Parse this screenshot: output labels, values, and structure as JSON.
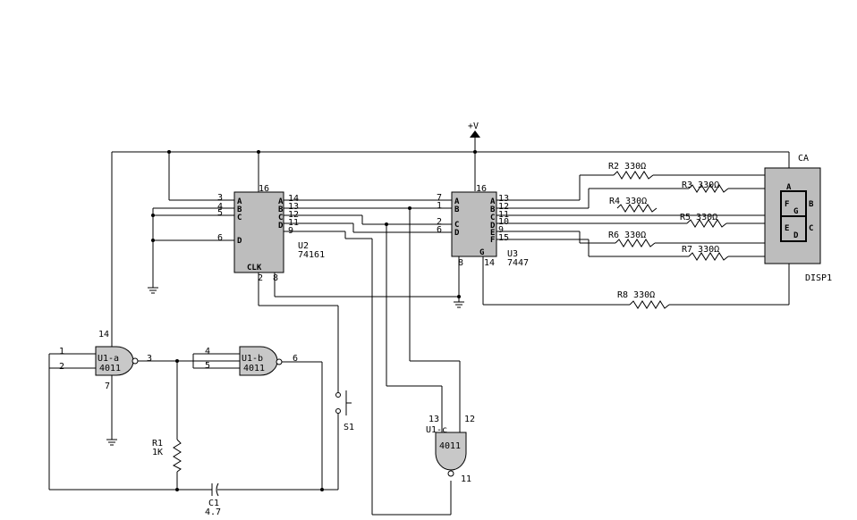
{
  "supply": {
    "label": "+V"
  },
  "u2": {
    "ref": "U2",
    "part": "74161",
    "clk_label": "CLK",
    "input_pins": [
      {
        "name": "A",
        "pin": "3"
      },
      {
        "name": "B",
        "pin": "4"
      },
      {
        "name": "C",
        "pin": "5"
      },
      {
        "name": "D",
        "pin": "6"
      }
    ],
    "output_pins": [
      {
        "name": "A",
        "pin": "14"
      },
      {
        "name": "B",
        "pin": "13"
      },
      {
        "name": "C",
        "pin": "12"
      },
      {
        "name": "D",
        "pin": "11"
      }
    ],
    "vcc_pin": "16",
    "extra_out_pin": "9",
    "bottom_pins": [
      "2",
      "8"
    ]
  },
  "u3": {
    "ref": "U3",
    "part": "7447",
    "input_pins": [
      {
        "name": "A",
        "pin": "7"
      },
      {
        "name": "B",
        "pin": "1"
      },
      {
        "name": "C",
        "pin": "2"
      },
      {
        "name": "D",
        "pin": "6"
      }
    ],
    "output_pins": [
      {
        "name": "A",
        "pin": "13"
      },
      {
        "name": "B",
        "pin": "12"
      },
      {
        "name": "C",
        "pin": "11"
      },
      {
        "name": "D",
        "pin": "10"
      },
      {
        "name": "E",
        "pin": "9"
      },
      {
        "name": "F",
        "pin": "15"
      }
    ],
    "g_label": "G",
    "vcc_pin": "16",
    "gnd_pin": "8",
    "g_pin": "14"
  },
  "display": {
    "ref": "DISP1",
    "common": "CA",
    "segments": [
      "A",
      "B",
      "C",
      "D",
      "E",
      "F",
      "G"
    ]
  },
  "resistors": [
    {
      "label": "R2 330Ω"
    },
    {
      "label": "R3 330Ω"
    },
    {
      "label": "R4 330Ω"
    },
    {
      "label": "R5 330Ω"
    },
    {
      "label": "R6 330Ω"
    },
    {
      "label": "R7 330Ω"
    },
    {
      "label": "R8 330Ω"
    }
  ],
  "gates": {
    "u1a": {
      "ref": "U1-a",
      "part": "4011",
      "pins": [
        "1",
        "2",
        "3",
        "14",
        "7"
      ]
    },
    "u1b": {
      "ref": "U1-b",
      "part": "4011",
      "pins": [
        "4",
        "5",
        "6"
      ]
    },
    "u1c": {
      "ref": "U1-c",
      "part": "4011",
      "pins": [
        "13",
        "12",
        "11"
      ]
    }
  },
  "r1": {
    "ref": "R1",
    "value": "1K"
  },
  "c1": {
    "ref": "C1",
    "value": "4.7"
  },
  "s1": {
    "ref": "S1"
  }
}
